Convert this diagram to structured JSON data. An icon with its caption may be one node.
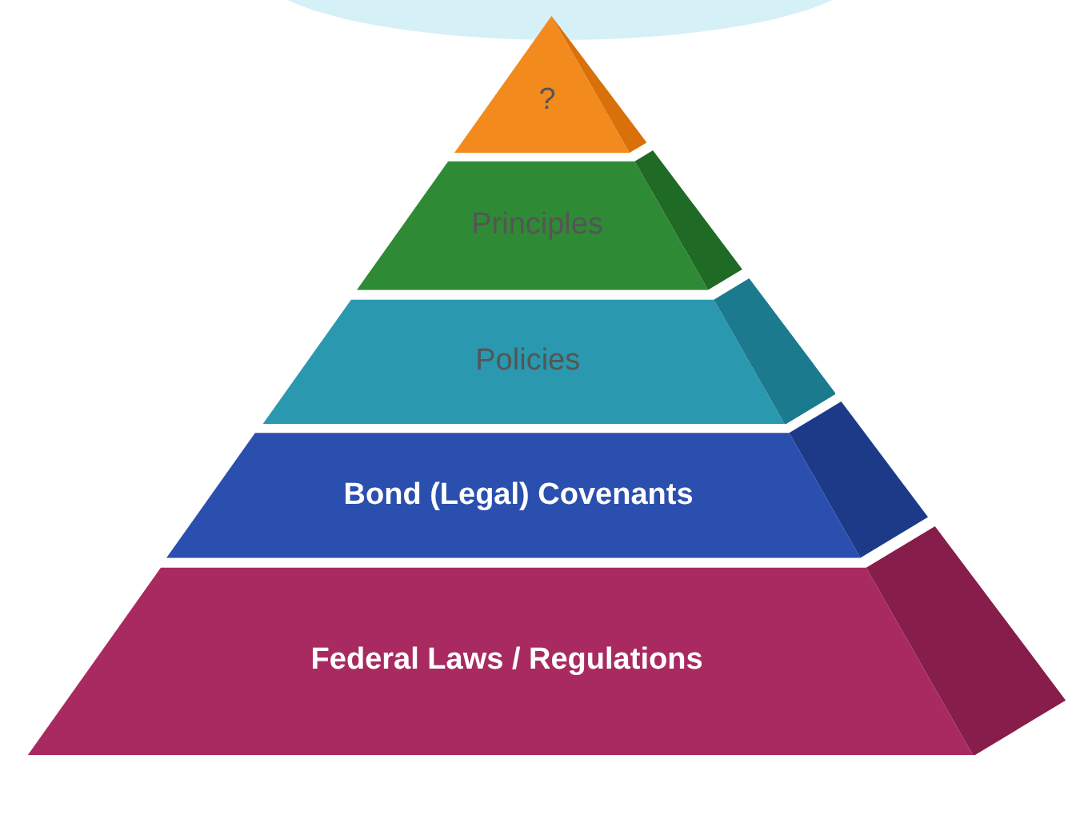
{
  "diagram": {
    "nodes": [
      {
        "text": [
          "?"
        ]
      },
      {
        "text": [
          "Principles"
        ]
      },
      {
        "text": [
          "Policies"
        ]
      },
      {
        "text": [
          "Bond (Legal) Covenants"
        ]
      },
      {
        "text": [
          "Federal Laws / Regulations"
        ]
      }
    ]
  }
}
